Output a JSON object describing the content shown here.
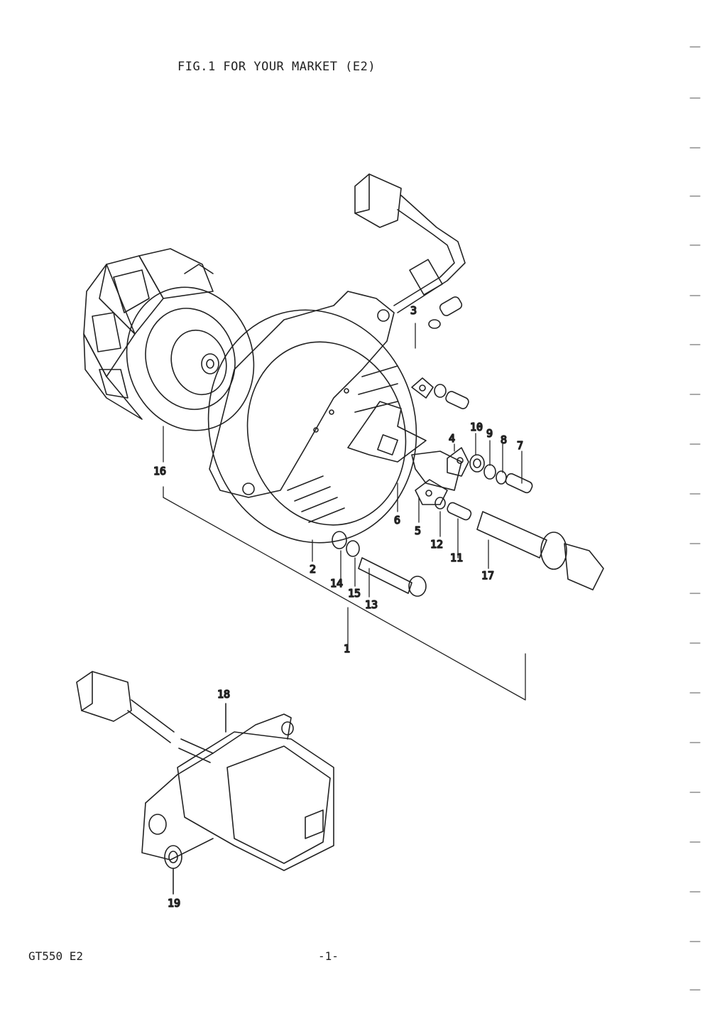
{
  "header": {
    "title": "FIG.1   FOR YOUR MARKET (E2)"
  },
  "footer": {
    "model": "GT550  E2",
    "page": "-1-"
  },
  "callouts": [
    {
      "id": "c1",
      "text": "1"
    },
    {
      "id": "c2",
      "text": "2"
    },
    {
      "id": "c3",
      "text": "3"
    },
    {
      "id": "c4",
      "text": "4"
    },
    {
      "id": "c5",
      "text": "5"
    },
    {
      "id": "c6",
      "text": "6"
    },
    {
      "id": "c7",
      "text": "7"
    },
    {
      "id": "c8",
      "text": "8"
    },
    {
      "id": "c9",
      "text": "9"
    },
    {
      "id": "c10",
      "text": "10"
    },
    {
      "id": "c11",
      "text": "11"
    },
    {
      "id": "c12",
      "text": "12"
    },
    {
      "id": "c13",
      "text": "13"
    },
    {
      "id": "c14",
      "text": "14"
    },
    {
      "id": "c15",
      "text": "15"
    },
    {
      "id": "c16",
      "text": "16"
    },
    {
      "id": "c17",
      "text": "17"
    },
    {
      "id": "c18",
      "text": "18"
    },
    {
      "id": "c19",
      "text": "19"
    }
  ]
}
